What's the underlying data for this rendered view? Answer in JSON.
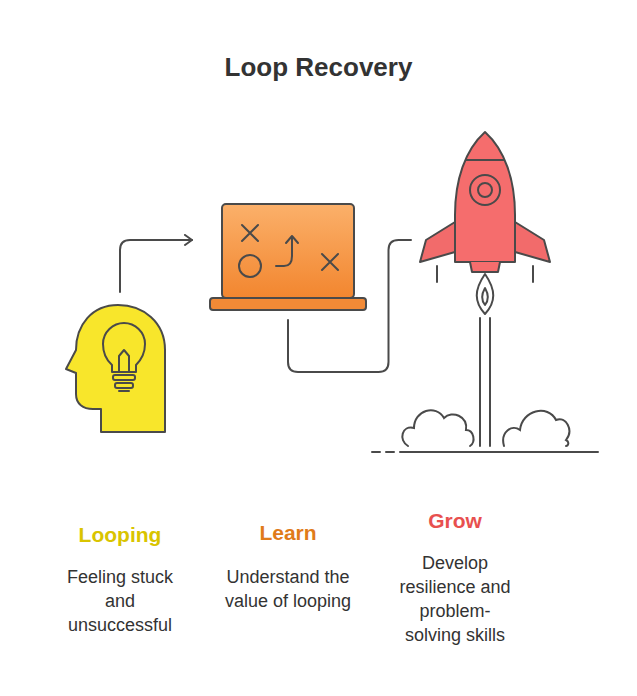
{
  "diagram": {
    "title": "Loop Recovery",
    "nodes": [
      {
        "text": [
          "Looping",
          "Feeling stuck and unsuccessful"
        ]
      },
      {
        "text": [
          "Learn",
          "Understand the value of looping"
        ]
      },
      {
        "text": [
          "Grow",
          "Develop resilience and problem-solving skills"
        ]
      }
    ],
    "edges": [
      {
        "from": 0,
        "to": 1,
        "arrow": "to"
      },
      {
        "from": 1,
        "to": 2,
        "arrow": "none"
      }
    ]
  }
}
